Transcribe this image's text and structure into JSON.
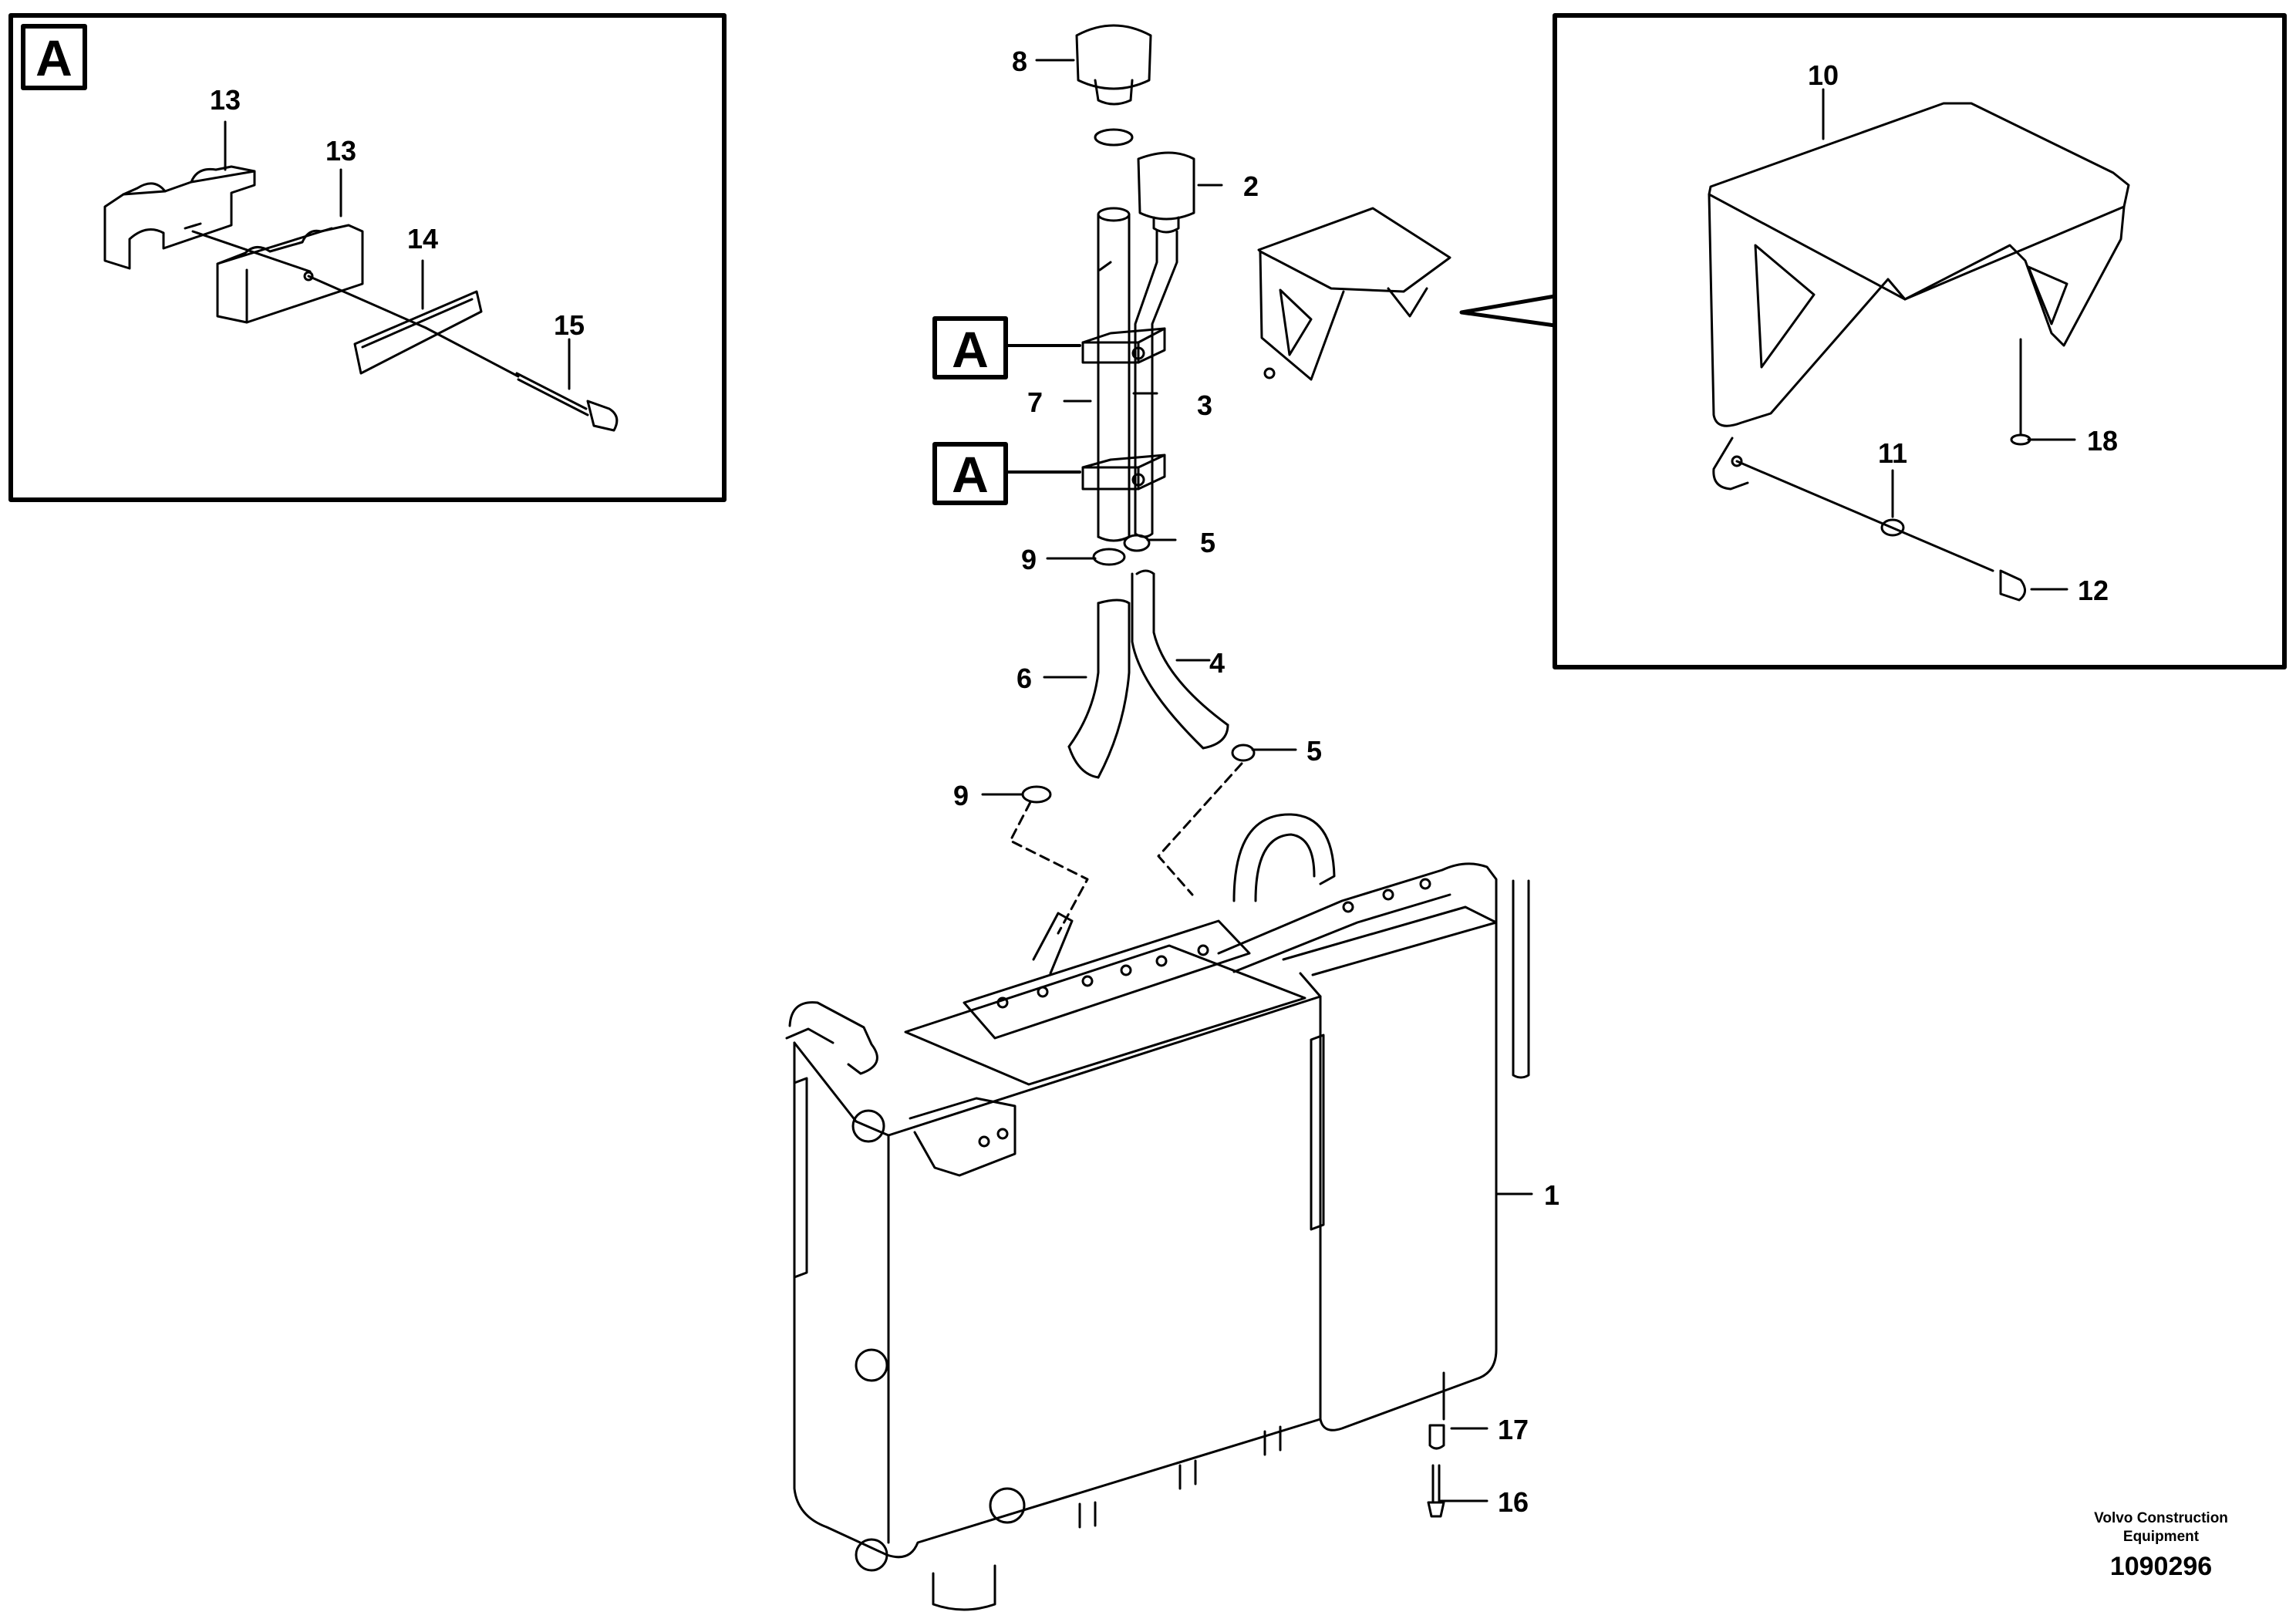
{
  "detail_letter": "A",
  "callouts": {
    "n1": "1",
    "n2": "2",
    "n3": "3",
    "n4": "4",
    "n5a": "5",
    "n5b": "5",
    "n6": "6",
    "n7": "7",
    "n8": "8",
    "n9a": "9",
    "n9b": "9",
    "n10": "10",
    "n11": "11",
    "n12": "12",
    "n13a": "13",
    "n13b": "13",
    "n14": "14",
    "n15": "15",
    "n16": "16",
    "n17": "17",
    "n18": "18"
  },
  "footer": {
    "company_line1": "Volvo Construction",
    "company_line2": "Equipment",
    "drawing_number": "1090296"
  }
}
